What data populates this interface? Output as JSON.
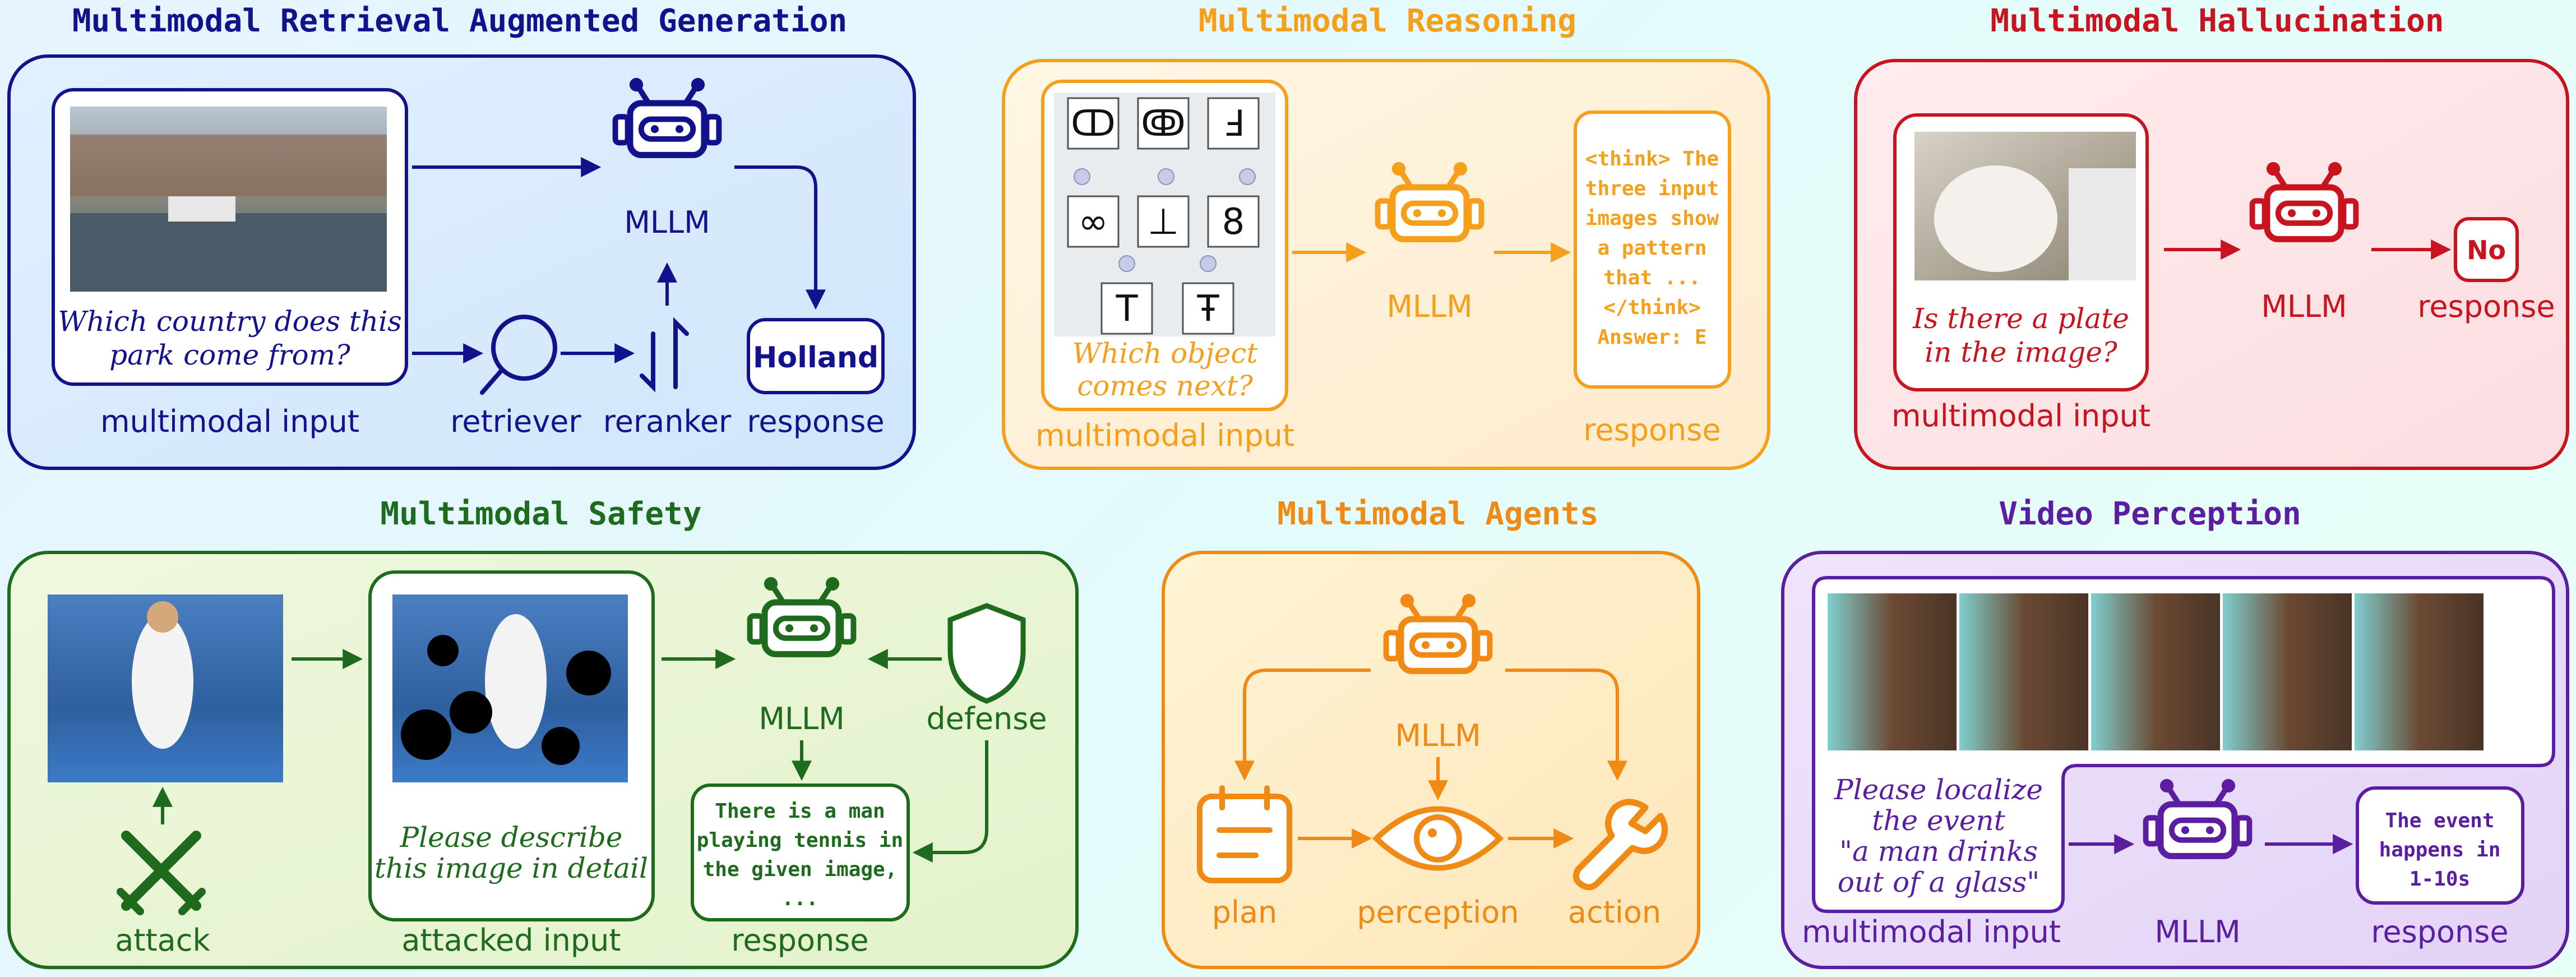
{
  "colors": {
    "rag": "#12128c",
    "reasoning": "#f59f1a",
    "hallucination": "#c8141e",
    "safety": "#1e6b1e",
    "agents": "#f08a14",
    "video": "#5b1ea0"
  },
  "rag": {
    "title": "Multimodal Retrieval Augmented Generation",
    "question_line1": "Which country does this",
    "question_line2": "park come from?",
    "input_label": "multimodal input",
    "model_label": "MLLM",
    "retriever_label": "retriever",
    "reranker_label": "reranker",
    "answer": "Holland",
    "response_label": "response"
  },
  "reasoning": {
    "title": "Multimodal Reasoning",
    "grid_symbols": [
      "ↀ",
      "ↂ",
      "Ⅎ",
      "∞",
      "⊥",
      "8",
      "T",
      "Ŧ"
    ],
    "question_line1": "Which object",
    "question_line2": "comes next?",
    "input_label": "multimodal input",
    "model_label": "MLLM",
    "think_lines": [
      "<think> The",
      "three input",
      "images show",
      "a pattern",
      "that ...",
      "</think>",
      "Answer: E"
    ],
    "response_label": "response"
  },
  "hallucination": {
    "title": "Multimodal Hallucination",
    "question_line1": "Is there a plate",
    "question_line2": "in the image?",
    "input_label": "multimodal input",
    "model_label": "MLLM",
    "answer": "No",
    "response_label": "response"
  },
  "safety": {
    "title": "Multimodal Safety",
    "attack_label": "attack",
    "question_line1": "Please describe",
    "question_line2": "this image in detail",
    "attacked_label": "attacked input",
    "model_label": "MLLM",
    "defense_label": "defense",
    "resp_lines": [
      "There is a man",
      "playing tennis in",
      "the given image,",
      "..."
    ],
    "response_label": "response"
  },
  "agents": {
    "title": "Multimodal Agents",
    "model_label": "MLLM",
    "plan_label": "plan",
    "perception_label": "perception",
    "action_label": "action"
  },
  "video": {
    "title": "Video Perception",
    "question_lines": [
      "Please localize",
      "the event",
      "\"a man drinks",
      "out of a glass\""
    ],
    "input_label": "multimodal input",
    "model_label": "MLLM",
    "resp_lines": [
      "The event",
      "happens in",
      "1-10s"
    ],
    "response_label": "response"
  }
}
